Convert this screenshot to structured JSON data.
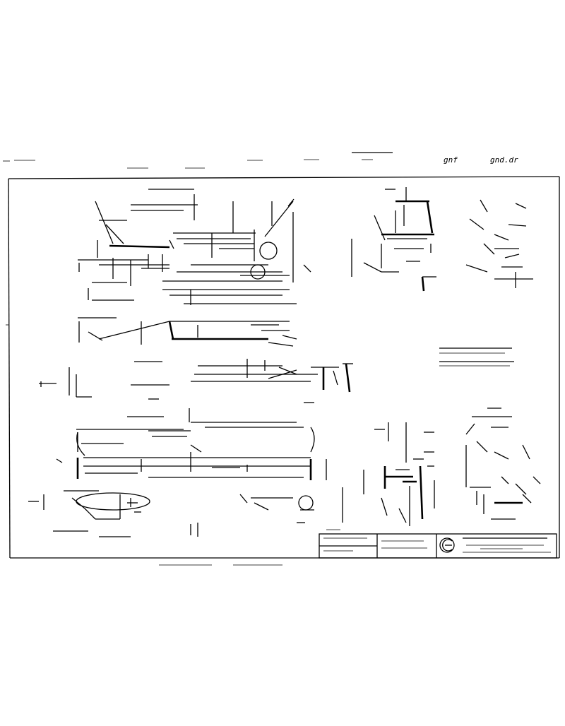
{
  "sheet": {
    "header_note_left": "gnf",
    "header_note_right": "gnd.dr"
  },
  "notes": {
    "line_1": "",
    "line_2": ""
  },
  "title_block": {
    "company": "",
    "drawing_title": "",
    "drawing_number": "",
    "revision_block": "",
    "approval_block": "",
    "logo": "company-logo-seal"
  }
}
